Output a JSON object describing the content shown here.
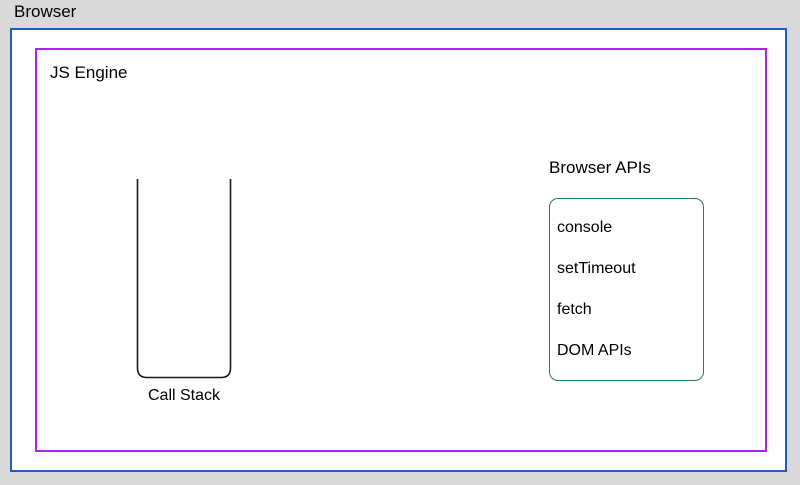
{
  "diagram": {
    "title": "Browser",
    "background_color": "#d9d9d9",
    "outer": {
      "label": "Browser",
      "border_color": "#1f5fc4",
      "fill_color": "#ffffff"
    },
    "js_engine": {
      "label": "JS Engine",
      "border_color": "#a626f0",
      "fill_color": "#ffffff"
    },
    "call_stack": {
      "label": "Call Stack",
      "stroke_color": "#1a1a1a",
      "shape": "u-shape-open-top"
    },
    "browser_apis": {
      "label": "Browser APIs",
      "border_color": "#1e8449",
      "fill_color": "#ffffff",
      "items": [
        {
          "label": "console"
        },
        {
          "label": "setTimeout"
        },
        {
          "label": "fetch"
        },
        {
          "label": "DOM APIs"
        }
      ]
    }
  }
}
